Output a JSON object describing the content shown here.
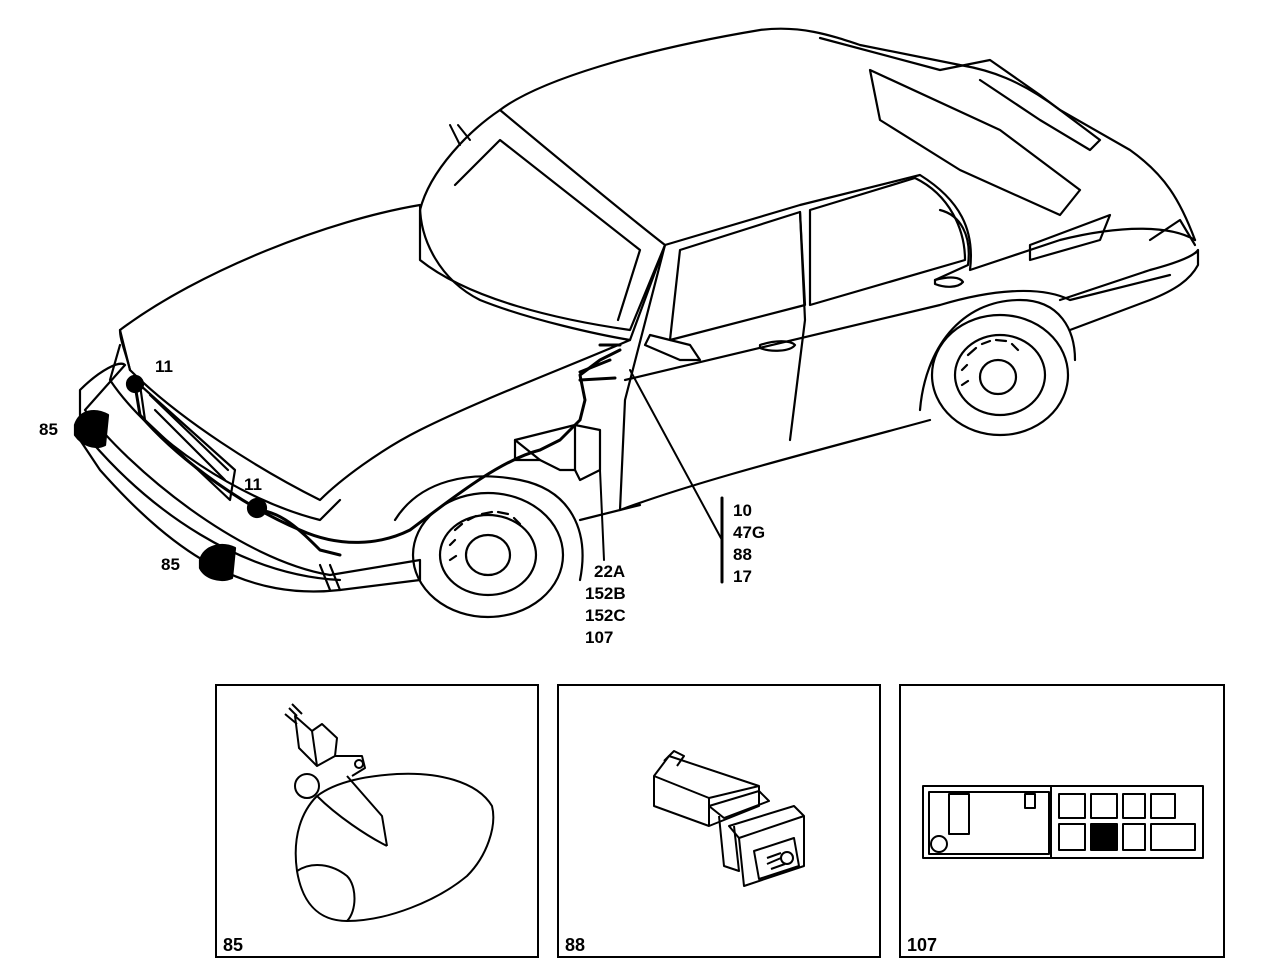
{
  "diagram": {
    "callouts": {
      "lamp_left": "11",
      "lamp_right": "11",
      "foglamp_left": "85",
      "foglamp_right": "85",
      "group_center": [
        "22A",
        "152B",
        "152C",
        "107"
      ],
      "group_right": [
        "10",
        "47G",
        "88",
        "17"
      ]
    },
    "panels": [
      {
        "id": "fog-lamp",
        "label": "85"
      },
      {
        "id": "switch",
        "label": "88"
      },
      {
        "id": "fuse-box",
        "label": "107"
      }
    ]
  }
}
